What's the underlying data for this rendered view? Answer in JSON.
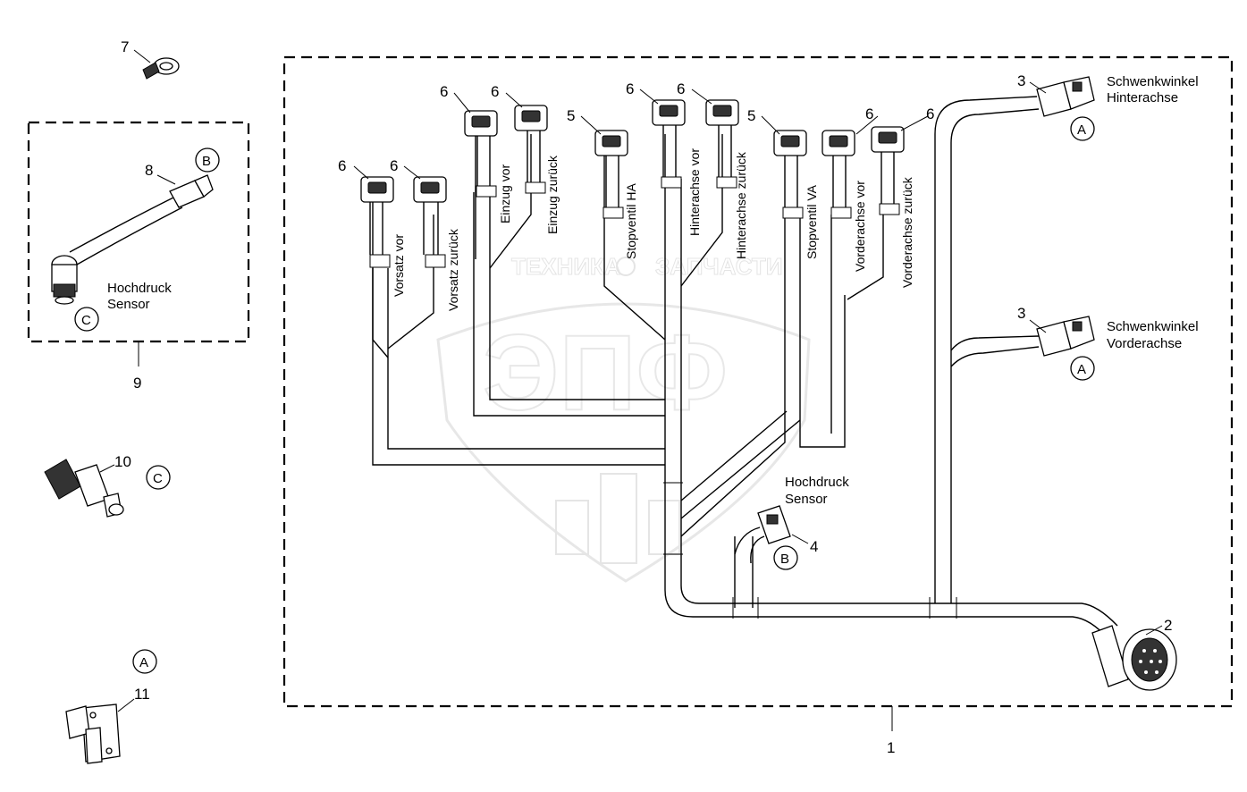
{
  "watermark": {
    "left": "ТЕХНИКА",
    "right": "ЗАПЧАСТИ",
    "logo": "ЭПФ"
  },
  "callouts": {
    "n1": "1",
    "n2": "2",
    "n3a": "3",
    "n3b": "3",
    "n4": "4",
    "n5a": "5",
    "n5b": "5",
    "n6": "6",
    "n7": "7",
    "n8": "8",
    "n9": "9",
    "n10": "10",
    "n11": "11"
  },
  "refs": {
    "a": "A",
    "b": "B",
    "c": "C"
  },
  "labels": {
    "hochdruck_line1": "Hochdruck",
    "hochdruck_line2": "Sensor",
    "schwenk_hinter_line1": "Schwenkwinkel",
    "schwenk_hinter_line2": "Hinterachse",
    "schwenk_vorder_line1": "Schwenkwinkel",
    "schwenk_vorder_line2": "Vorderachse"
  },
  "wire_labels": {
    "vorsatz_vor": "Vorsatz vor",
    "vorsatz_zurueck": "Vorsatz zurück",
    "einzug_vor": "Einzug vor",
    "einzug_zurueck": "Einzug zurück",
    "stopventil_ha": "Stopventil HA",
    "hinterachse_vor": "Hinterachse vor",
    "hinterachse_zurueck": "Hinterachse zurück",
    "stopventil_va": "Stopventil VA",
    "vorderachse_vor": "Vorderachse vor",
    "vorderachse_zurueck": "Vorderachse zurück"
  }
}
